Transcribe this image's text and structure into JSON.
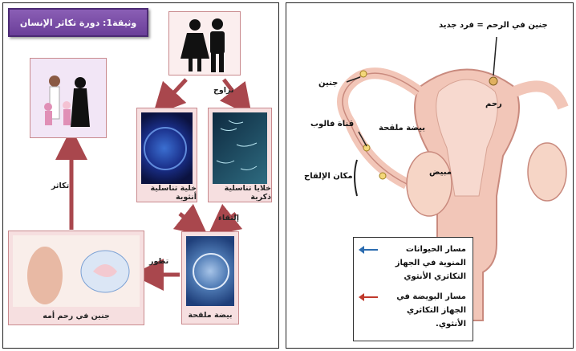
{
  "document_title": "وثيقة1: دورة تكاثر الإنسان",
  "left": {
    "captions": {
      "female_cell": "خلية تناسلية أنثوية",
      "male_cells": "خلايا تناسلية ذكرية",
      "fertilized_egg": "بيضة ملقحة",
      "fetus": "جنين في رحم أمه"
    },
    "arrow_labels": {
      "mating": "تزاوج",
      "meeting": "إلتقاء",
      "development": "تطور",
      "reproduction": "تكاثر"
    }
  },
  "right": {
    "labels": {
      "fetus_in_uterus": "جنين في الرحم = فرد جديد",
      "embryo": "جنين",
      "uterus": "رحم",
      "fallopian_tube": "قناة فالوب",
      "fertilized_egg": "بيضة ملقحة",
      "ovary": "مبيض",
      "fertilization_site": "مكان الإلقاح"
    },
    "legend": [
      {
        "text": "مسار الحيوانات المنوية في الجهاز التكاثري الأنثوي",
        "color": "#2b6cb0"
      },
      {
        "text": "مسار البويضة في الجهاز التكاثري الأنثوي.",
        "color": "#c0392b"
      }
    ]
  },
  "colors": {
    "arrow": "#a9474d",
    "card_bg": "#f6dfe0",
    "title_bg": "#7a4fa8",
    "tissue": "#f2c6b8"
  }
}
